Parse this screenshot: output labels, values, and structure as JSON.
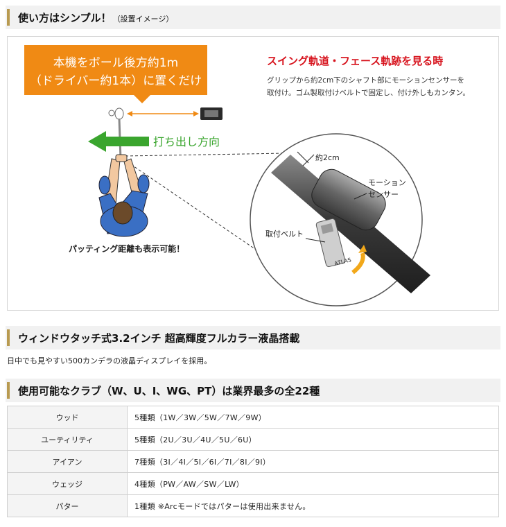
{
  "section1": {
    "title": "使い方はシンプル！",
    "subtitle": "（設置イメージ）"
  },
  "illustration": {
    "callout_line1": "本機をボール後方約1m",
    "callout_line2": "（ドライバー約1本）に置くだけ",
    "direction_label": "打ち出し方向",
    "putting_note": "パッティング距離も表示可能！",
    "swing_title": "スイング軌道・フェース軌跡を見る時",
    "swing_desc1": "グリップから約2cm下のシャフト部にモーションセンサーを",
    "swing_desc2": "取付け。ゴム製取付けベルトで固定し、付け外しもカンタン。",
    "dimension_label": "約2cm",
    "sensor_label1": "モーション",
    "sensor_label2": "センサー",
    "belt_label": "取付ベルト",
    "brand": "ATLAS",
    "colors": {
      "orange": "#f08a14",
      "green": "#3aa52e",
      "red": "#d7141e"
    }
  },
  "section2": {
    "title": "ウィンドウタッチ式3.2インチ 超高輝度フルカラー液晶搭載",
    "description": "日中でも見やすい500カンデラの液晶ディスプレイを採用。"
  },
  "section3": {
    "title": "使用可能なクラブ（W、U、I、WG、PT）は業界最多の全22種",
    "rows": [
      {
        "club": "ウッド",
        "types": "5種類（1W／3W／5W／7W／9W）"
      },
      {
        "club": "ユーティリティ",
        "types": "5種類（2U／3U／4U／5U／6U）"
      },
      {
        "club": "アイアン",
        "types": "7種類（3I／4I／5I／6I／7I／8I／9I）"
      },
      {
        "club": "ウェッジ",
        "types": "4種類（PW／AW／SW／LW）"
      },
      {
        "club": "パター",
        "types": "1種類 ※Arcモードではパターは使用出来ません。"
      }
    ]
  }
}
